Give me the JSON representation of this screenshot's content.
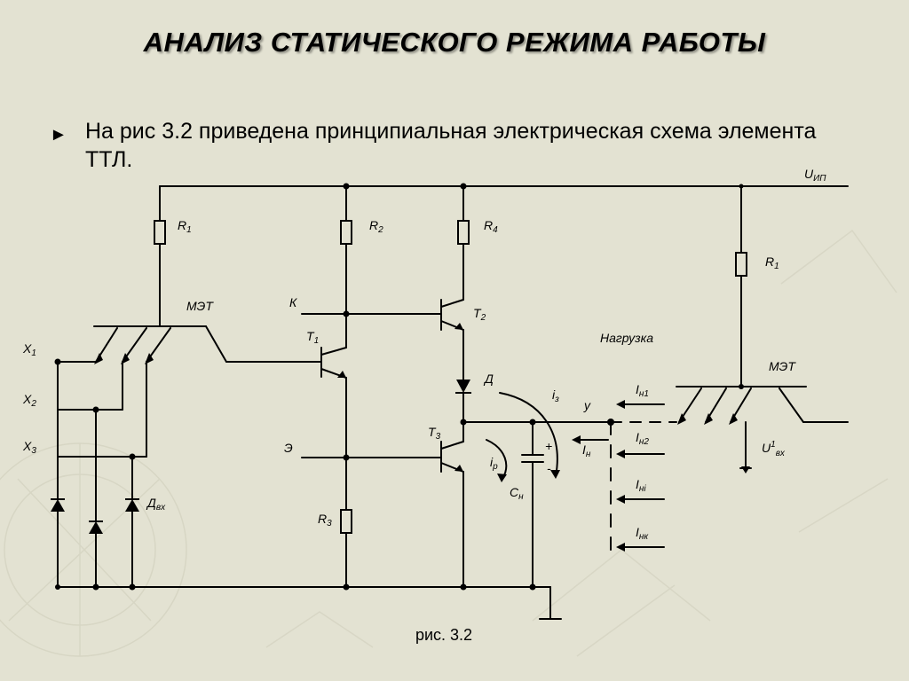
{
  "slide": {
    "title": "АНАЛИЗ СТАТИЧЕСКОГО РЕЖИМА РАБОТЫ",
    "bullet_text": "На рис 3.2 приведена принципиальная электрическая схема элемента ТТЛ.",
    "caption": "рис. 3.2"
  },
  "circuit": {
    "labels": {
      "supply": "U",
      "supply_sub": "ИП",
      "r1_left": "R",
      "r1_left_sub": "1",
      "r2": "R",
      "r2_sub": "2",
      "r4": "R",
      "r4_sub": "4",
      "r1_right": "R",
      "r1_right_sub": "1",
      "r3": "R",
      "r3_sub": "3",
      "met_left": "МЭТ",
      "met_right": "МЭТ",
      "input_x1": "X",
      "input_x1_sub": "1",
      "input_x2": "X",
      "input_x2_sub": "2",
      "input_x3": "X",
      "input_x3_sub": "3",
      "node_k": "К",
      "node_e": "Э",
      "t1": "Т",
      "t1_sub": "1",
      "t2": "Т",
      "t2_sub": "2",
      "t3": "Т",
      "t3_sub": "3",
      "diode_d": "Д",
      "input_diodes": "Д",
      "input_diodes_sub": "вх",
      "load": "Нагрузка",
      "i_z": "i",
      "i_z_sub": "з",
      "i_p": "i",
      "i_p_sub": "р",
      "node_y": "у",
      "i_n": "I",
      "i_n_sub": "н",
      "cap": "С",
      "cap_sub": "н",
      "plus": "+",
      "minus": "-",
      "i_n1": "I",
      "i_n1_sub": "н1",
      "i_n2": "I",
      "i_n2_sub": "н2",
      "i_ni": "I",
      "i_ni_sub": "нi",
      "i_nk": "I",
      "i_nk_sub": "нк",
      "u_in": "U",
      "u_in_sup": "1",
      "u_in_sub": "вх"
    }
  },
  "colors": {
    "background": "#e3e2d2",
    "ink": "#000000"
  }
}
